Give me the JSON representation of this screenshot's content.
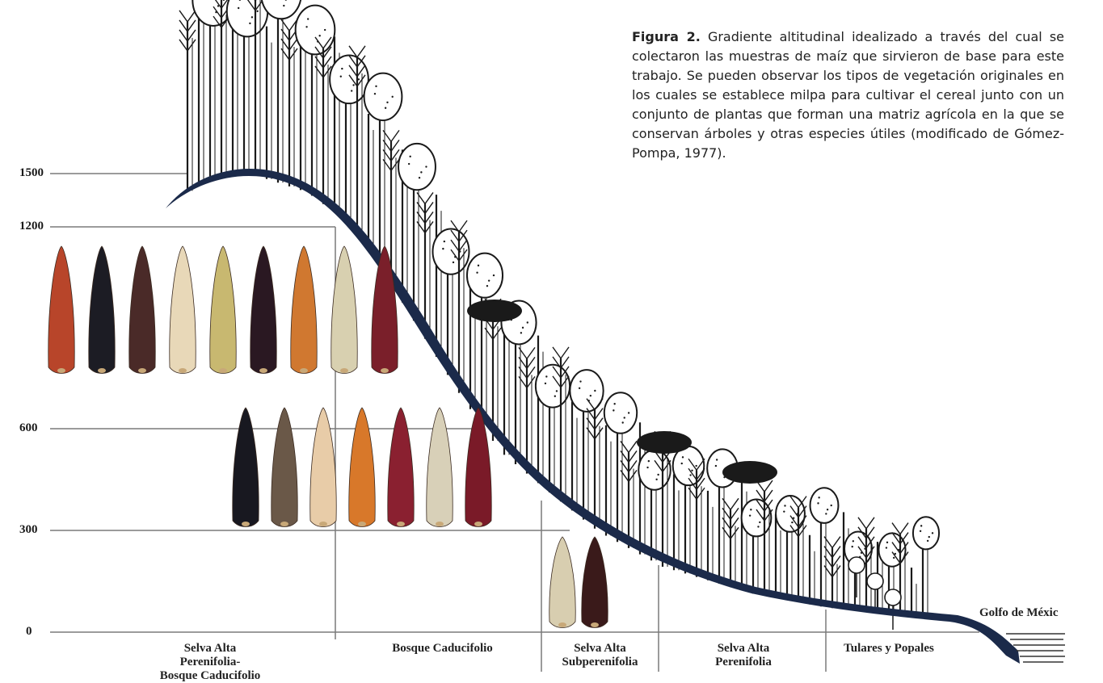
{
  "caption": {
    "label": "Figura 2.",
    "text": "Gradiente altitudinal idealizado a través del cual se colectaron las muestras de maíz que sirvieron de base para este trabajo. Se pueden observar los tipos de vegetación originales en los cuales se establece milpa para cultivar el cereal junto con un conjunto de plantas que forman una matriz agrícola en la que se conservan árboles y otras especies útiles (modificado de Gómez-Pompa, 1977)."
  },
  "altitudes": [
    "1500",
    "1200",
    "600",
    "300",
    "0"
  ],
  "zones": [
    {
      "line1": "Selva Alta Perenifolia-",
      "line2": "Bosque Caducifolio"
    },
    {
      "line1": "Bosque Caducifolio",
      "line2": ""
    },
    {
      "line1": "Selva Alta",
      "line2": "Subperenifolia"
    },
    {
      "line1": "Selva Alta",
      "line2": "Perenifolia"
    },
    {
      "line1": "Tulares y Popales",
      "line2": ""
    }
  ],
  "gulf_label": "Golfo de Méxic",
  "colors": {
    "ground": "#1b2a4a",
    "lines": "#7a7a7a",
    "ink": "#1a1a1a"
  },
  "maize_rows": [
    [
      "#b8452a",
      "#1c1c24",
      "#4a2a28",
      "#e8d8b8",
      "#c8b870",
      "#2a1822",
      "#d07830",
      "#d8d0b0",
      "#7a1f2a"
    ],
    [
      "#181820",
      "#6a5848",
      "#e8cca8",
      "#d8782a",
      "#8a2030",
      "#d8d0b8",
      "#7a1a28"
    ],
    [
      "#d8ceb0",
      "#3a1a1a"
    ]
  ]
}
